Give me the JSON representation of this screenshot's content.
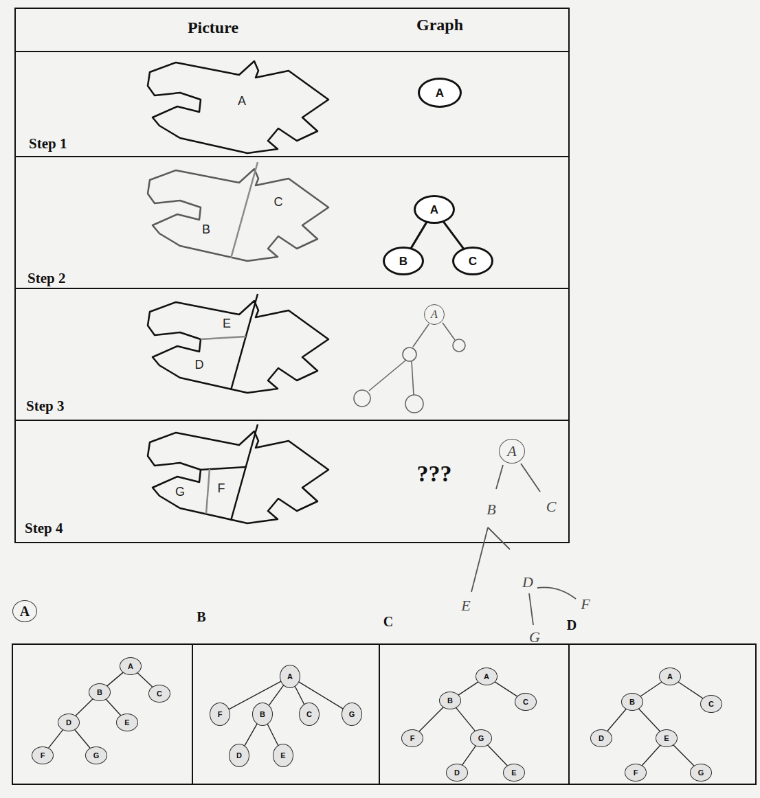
{
  "diagram": {
    "nodes": [
      {
        "text": [
          "A"
        ]
      },
      {
        "text": [
          "A"
        ]
      },
      {
        "text": [
          "B"
        ]
      },
      {
        "text": [
          "C"
        ]
      },
      {
        "text": [
          "A"
        ]
      },
      {
        "text": [
          "A"
        ]
      },
      {
        "text": [
          "A"
        ]
      },
      {
        "text": [
          "A"
        ]
      },
      {
        "text": [
          "B"
        ]
      },
      {
        "text": [
          "C"
        ]
      },
      {
        "text": [
          "D"
        ]
      },
      {
        "text": [
          "E"
        ]
      },
      {
        "text": [
          "F"
        ]
      },
      {
        "text": [
          "G"
        ]
      },
      {
        "text": [
          "A"
        ]
      },
      {
        "text": [
          "F"
        ]
      },
      {
        "text": [
          "B"
        ]
      },
      {
        "text": [
          "C"
        ]
      },
      {
        "text": [
          "G"
        ]
      },
      {
        "text": [
          "D"
        ]
      },
      {
        "text": [
          "E"
        ]
      },
      {
        "text": [
          "A"
        ]
      },
      {
        "text": [
          "B"
        ]
      },
      {
        "text": [
          "C"
        ]
      },
      {
        "text": [
          "F"
        ]
      },
      {
        "text": [
          "G"
        ]
      },
      {
        "text": [
          "D"
        ]
      },
      {
        "text": [
          "E"
        ]
      },
      {
        "text": [
          "A"
        ]
      },
      {
        "text": [
          "B"
        ]
      },
      {
        "text": [
          "C"
        ]
      },
      {
        "text": [
          "D"
        ]
      },
      {
        "text": [
          "E"
        ]
      },
      {
        "text": [
          "F"
        ]
      },
      {
        "text": [
          "G"
        ]
      }
    ],
    "edges": [
      {
        "from": 1,
        "to": 2,
        "arrow": "none"
      },
      {
        "from": 1,
        "to": 3,
        "arrow": "none"
      },
      {
        "from": 7,
        "to": 8,
        "arrow": "none"
      },
      {
        "from": 7,
        "to": 9,
        "arrow": "none"
      },
      {
        "from": 8,
        "to": 10,
        "arrow": "none"
      },
      {
        "from": 8,
        "to": 11,
        "arrow": "none"
      },
      {
        "from": 10,
        "to": 12,
        "arrow": "none"
      },
      {
        "from": 10,
        "to": 13,
        "arrow": "none"
      },
      {
        "from": 14,
        "to": 15,
        "arrow": "none"
      },
      {
        "from": 14,
        "to": 16,
        "arrow": "none"
      },
      {
        "from": 14,
        "to": 17,
        "arrow": "none"
      },
      {
        "from": 14,
        "to": 18,
        "arrow": "none"
      },
      {
        "from": 16,
        "to": 19,
        "arrow": "none"
      },
      {
        "from": 16,
        "to": 20,
        "arrow": "none"
      },
      {
        "from": 21,
        "to": 22,
        "arrow": "none"
      },
      {
        "from": 21,
        "to": 23,
        "arrow": "none"
      },
      {
        "from": 22,
        "to": 24,
        "arrow": "none"
      },
      {
        "from": 22,
        "to": 25,
        "arrow": "none"
      },
      {
        "from": 25,
        "to": 26,
        "arrow": "none"
      },
      {
        "from": 25,
        "to": 27,
        "arrow": "none"
      },
      {
        "from": 28,
        "to": 29,
        "arrow": "none"
      },
      {
        "from": 28,
        "to": 30,
        "arrow": "none"
      },
      {
        "from": 29,
        "to": 31,
        "arrow": "none"
      },
      {
        "from": 29,
        "to": 32,
        "arrow": "none"
      },
      {
        "from": 32,
        "to": 33,
        "arrow": "none"
      },
      {
        "from": 32,
        "to": 34,
        "arrow": "none"
      }
    ],
    "labels": [
      "Picture",
      "Graph",
      "A",
      "Step 1",
      "B",
      "C",
      "Step 2",
      "E",
      "D",
      "Step 3",
      "G",
      "F",
      "???",
      "B",
      "C",
      "Step 4",
      "E",
      "D",
      "G",
      "F",
      "B",
      "C",
      "D"
    ]
  }
}
